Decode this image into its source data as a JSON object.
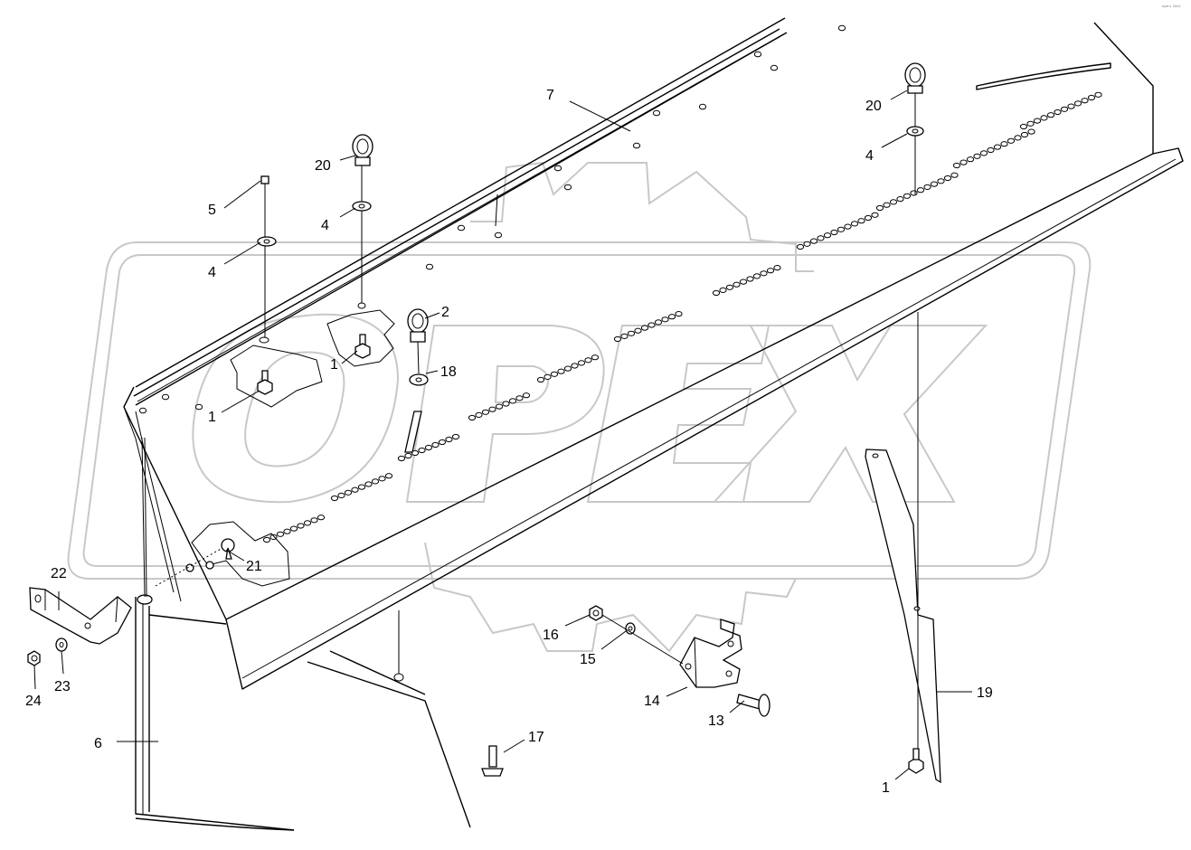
{
  "watermark": {
    "text": "OPEX",
    "color": "#c8c8c8"
  },
  "corner_mark": "ᵒᵖᵉˣ ᴰᴬᴳ",
  "callouts": [
    {
      "id": "c7",
      "text": "7"
    },
    {
      "id": "c20a",
      "text": "20"
    },
    {
      "id": "c4a",
      "text": "4"
    },
    {
      "id": "c5",
      "text": "5"
    },
    {
      "id": "c4b",
      "text": "4"
    },
    {
      "id": "c2",
      "text": "2"
    },
    {
      "id": "c1a",
      "text": "1"
    },
    {
      "id": "c18",
      "text": "18"
    },
    {
      "id": "c1b",
      "text": "1"
    },
    {
      "id": "c20b",
      "text": "20"
    },
    {
      "id": "c4c",
      "text": "4"
    },
    {
      "id": "c21",
      "text": "21"
    },
    {
      "id": "c22",
      "text": "22"
    },
    {
      "id": "c23",
      "text": "23"
    },
    {
      "id": "c24",
      "text": "24"
    },
    {
      "id": "c6",
      "text": "6"
    },
    {
      "id": "c16",
      "text": "16"
    },
    {
      "id": "c15",
      "text": "15"
    },
    {
      "id": "c14",
      "text": "14"
    },
    {
      "id": "c13",
      "text": "13"
    },
    {
      "id": "c17",
      "text": "17"
    },
    {
      "id": "c19",
      "text": "19"
    },
    {
      "id": "c1c",
      "text": "1"
    }
  ]
}
